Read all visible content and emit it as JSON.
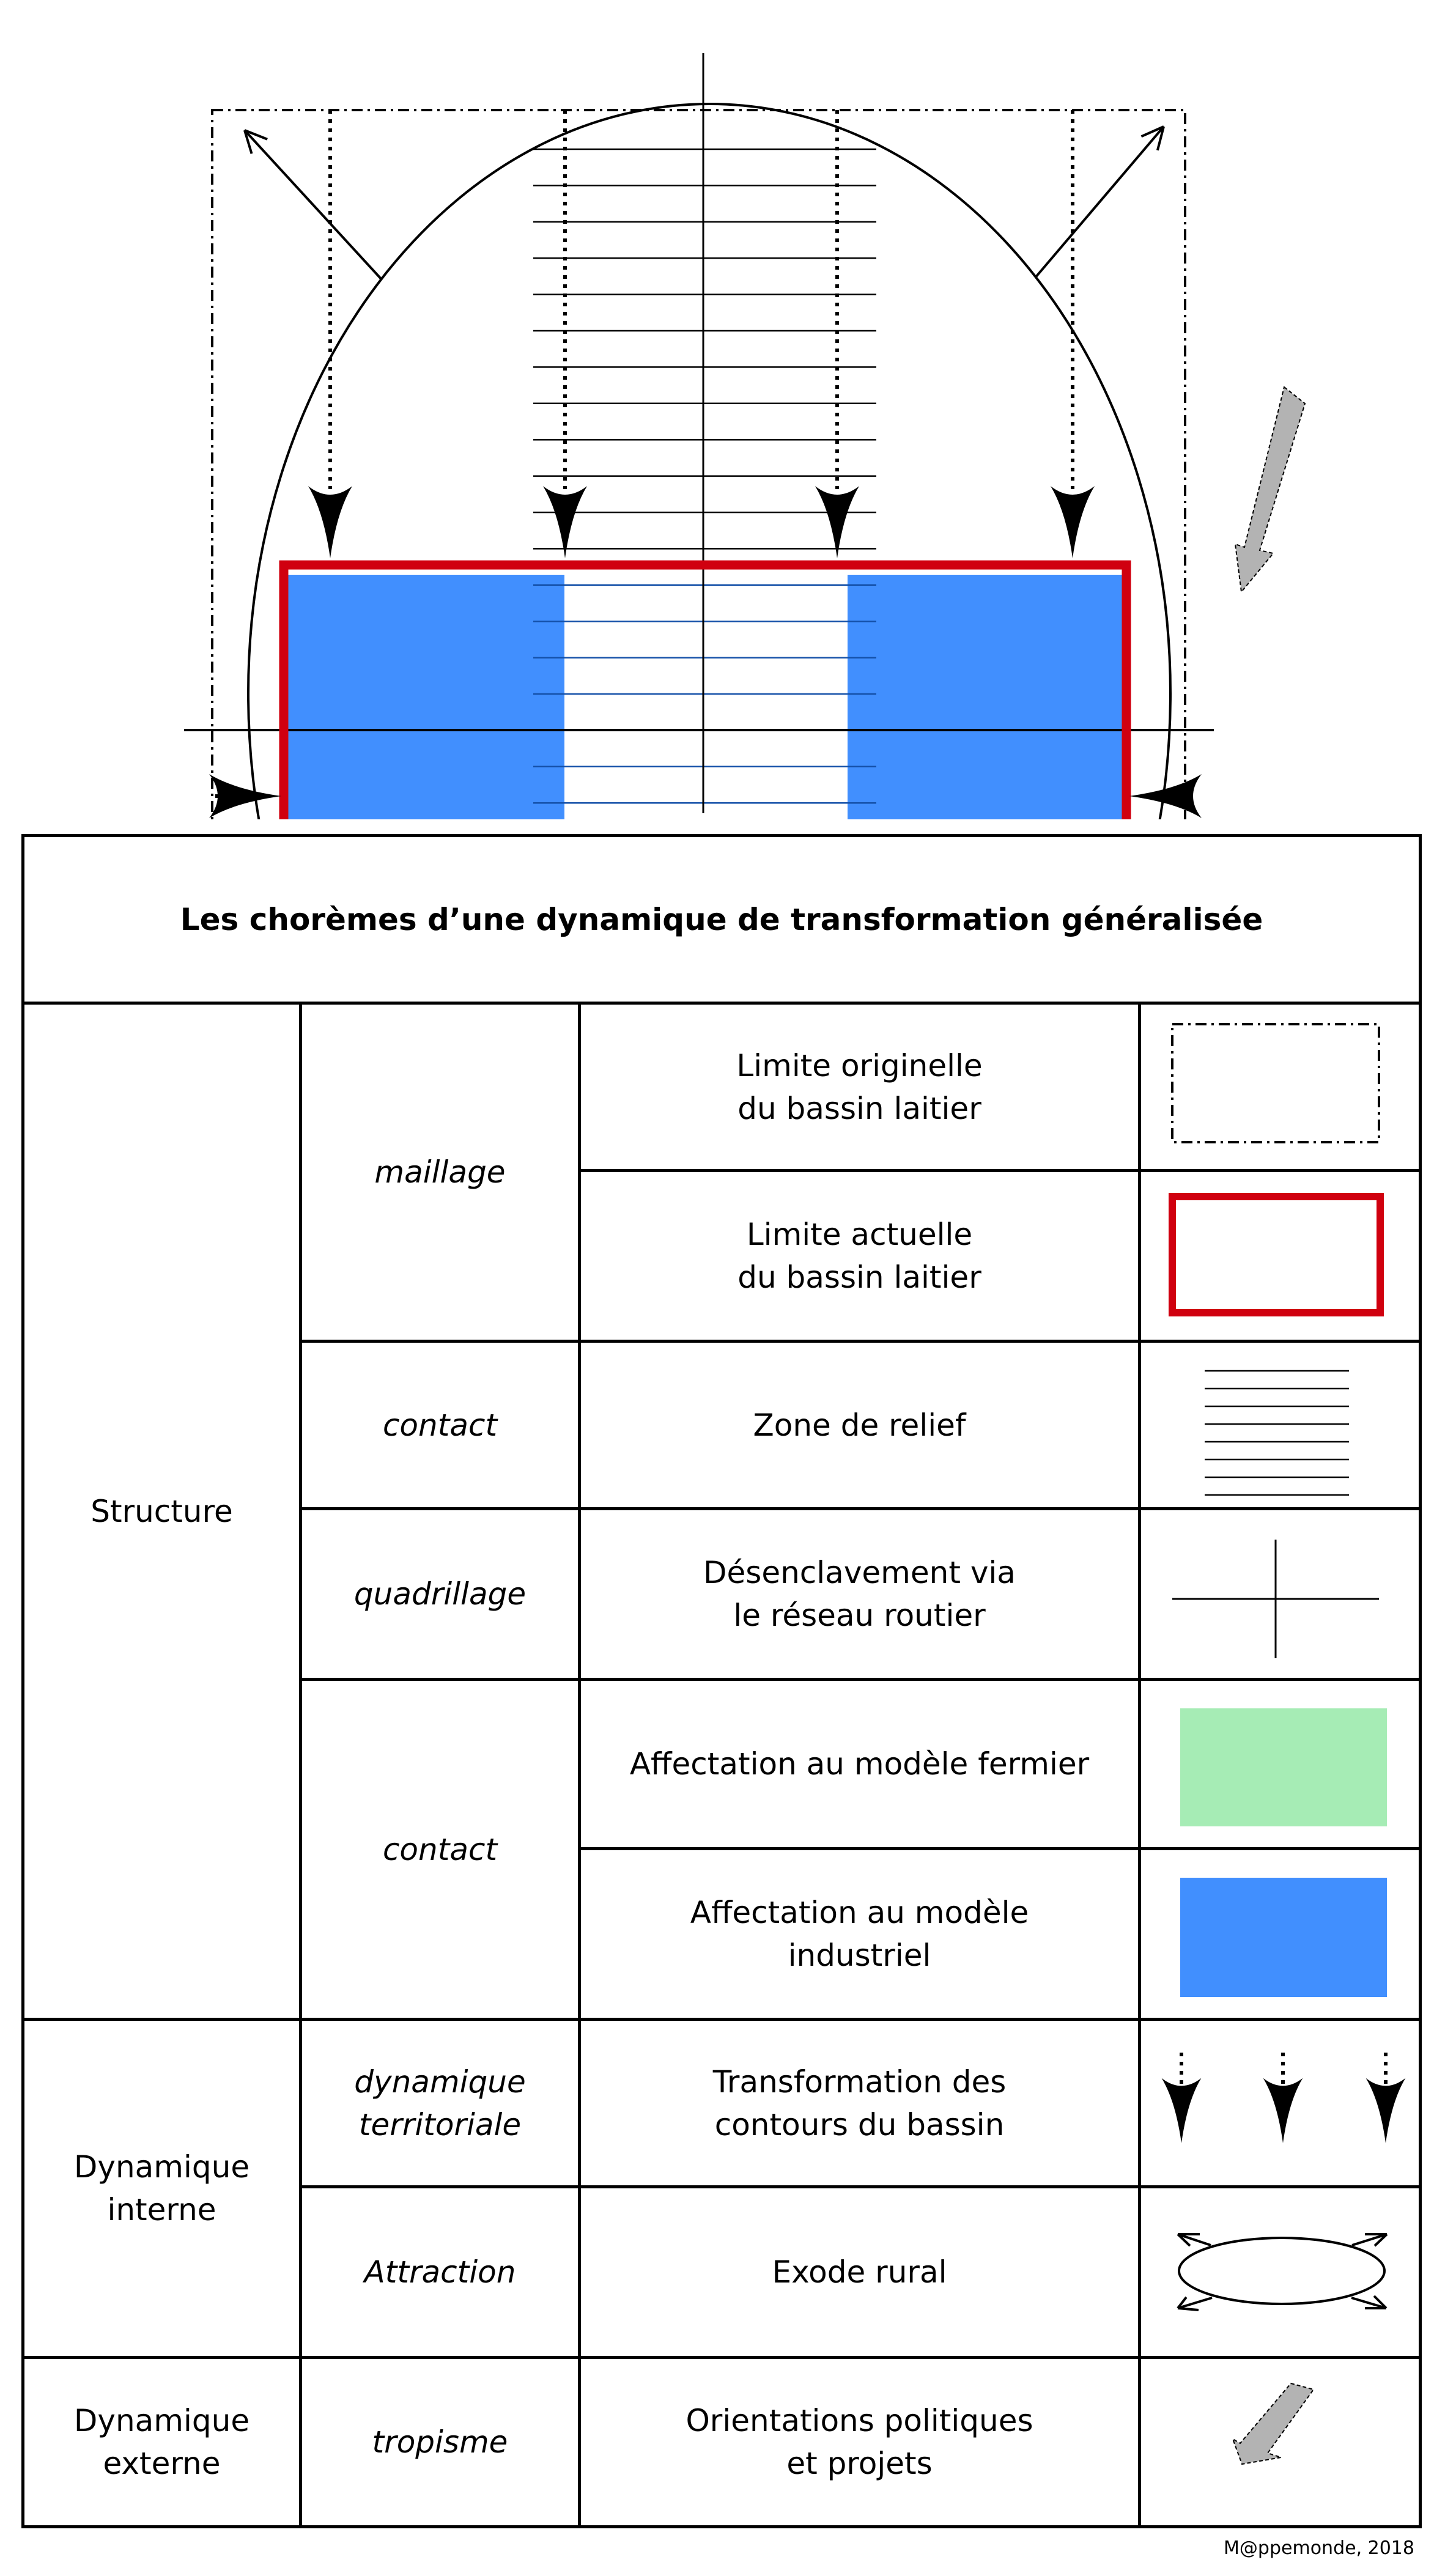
{
  "title": "Les chorèmes d’une dynamique de transformation généralisée",
  "colors": {
    "red": "#d0000f",
    "blue": "#418ffe",
    "green": "#a6ecb5",
    "grey": "#b3b3b3"
  },
  "groups": {
    "structure": "Structure",
    "interne": "Dynamique\ninterne",
    "externe": "Dynamique\nexterne"
  },
  "categories": {
    "maillage": "maillage",
    "contact1": "contact",
    "quadrillage": "quadrillage",
    "contact2": "contact",
    "dynamique": "dynamique\nterritoriale",
    "attraction": "Attraction",
    "tropisme": "tropisme"
  },
  "items": [
    {
      "label": "Limite originelle\ndu bassin laitier",
      "icon": "dash-dot-rectangle-icon"
    },
    {
      "label": "Limite actuelle\ndu bassin laitier",
      "icon": "red-rectangle-icon"
    },
    {
      "label": "Zone de relief",
      "icon": "hatch-lines-icon"
    },
    {
      "label": "Désenclavement via\nle réseau routier",
      "icon": "cross-lines-icon"
    },
    {
      "label": "Affectation au modèle fermier",
      "icon": "green-rectangle-icon"
    },
    {
      "label": "Affectation au modèle\nindustriel",
      "icon": "blue-rectangle-icon"
    },
    {
      "label": "Transformation des\ncontours du bassin",
      "icon": "dotted-arrows-icon"
    },
    {
      "label": "Exode rural",
      "icon": "ellipse-arrows-icon"
    },
    {
      "label": "Orientations politiques\net projets",
      "icon": "grey-arrow-icon"
    }
  ],
  "copyright": "M@ppemonde, 2018"
}
